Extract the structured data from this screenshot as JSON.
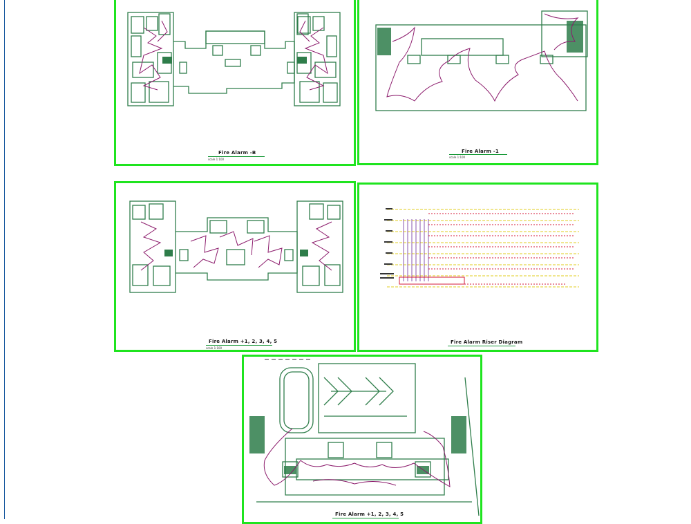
{
  "sheets": [
    {
      "id": "s1",
      "title": "Fire Alarm -B",
      "scale": "scale 1:100"
    },
    {
      "id": "s2",
      "title": "Fire Alarm -1",
      "scale": "scale 1:100"
    },
    {
      "id": "s3",
      "title": "Fire Alarm +1, 2, 3, 4, 5",
      "scale": "scale 1:100"
    },
    {
      "id": "s4",
      "title": "Fire Alarm Riser Diagram",
      "scale": ""
    },
    {
      "id": "s5",
      "title": "Fire Alarm +1, 2, 3, 4, 5",
      "scale": ""
    }
  ],
  "colors": {
    "frame": "#1fe41f",
    "walls": "#2e7d4a",
    "wiring": "#8b1a6b",
    "riser_yellow": "#e8d84a",
    "riser_red": "#d4183a",
    "left_rule": "#1a5aa0"
  }
}
